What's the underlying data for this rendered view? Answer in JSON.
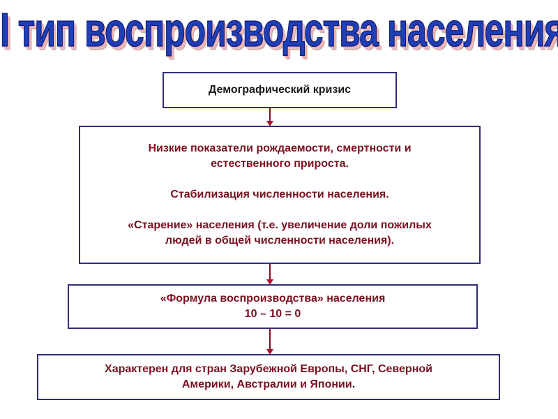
{
  "title": "I тип воспроизводства населения",
  "boxes": {
    "crisis": "Демографический кризис",
    "characteristics": {
      "line1": "Низкие показатели рождаемости, смертности и",
      "line2": "естественного прироста.",
      "line3": "Стабилизация численности населения.",
      "line4": "«Старение» населения (т.е. увеличение доли пожилых",
      "line5": "людей в общей численности населения)."
    },
    "formula": {
      "line1": "«Формула воспроизводства» населения",
      "line2": "10 – 10 = 0"
    },
    "countries": {
      "line1": "Характерен для стран Зарубежной Европы, СНГ, Северной",
      "line2": "Америки, Австралии и Японии",
      "tail": "."
    }
  },
  "colors": {
    "title": "#1f3fb5",
    "text": "#7a1020",
    "border": "#2e2e7a",
    "arrow": "#b0102a"
  }
}
